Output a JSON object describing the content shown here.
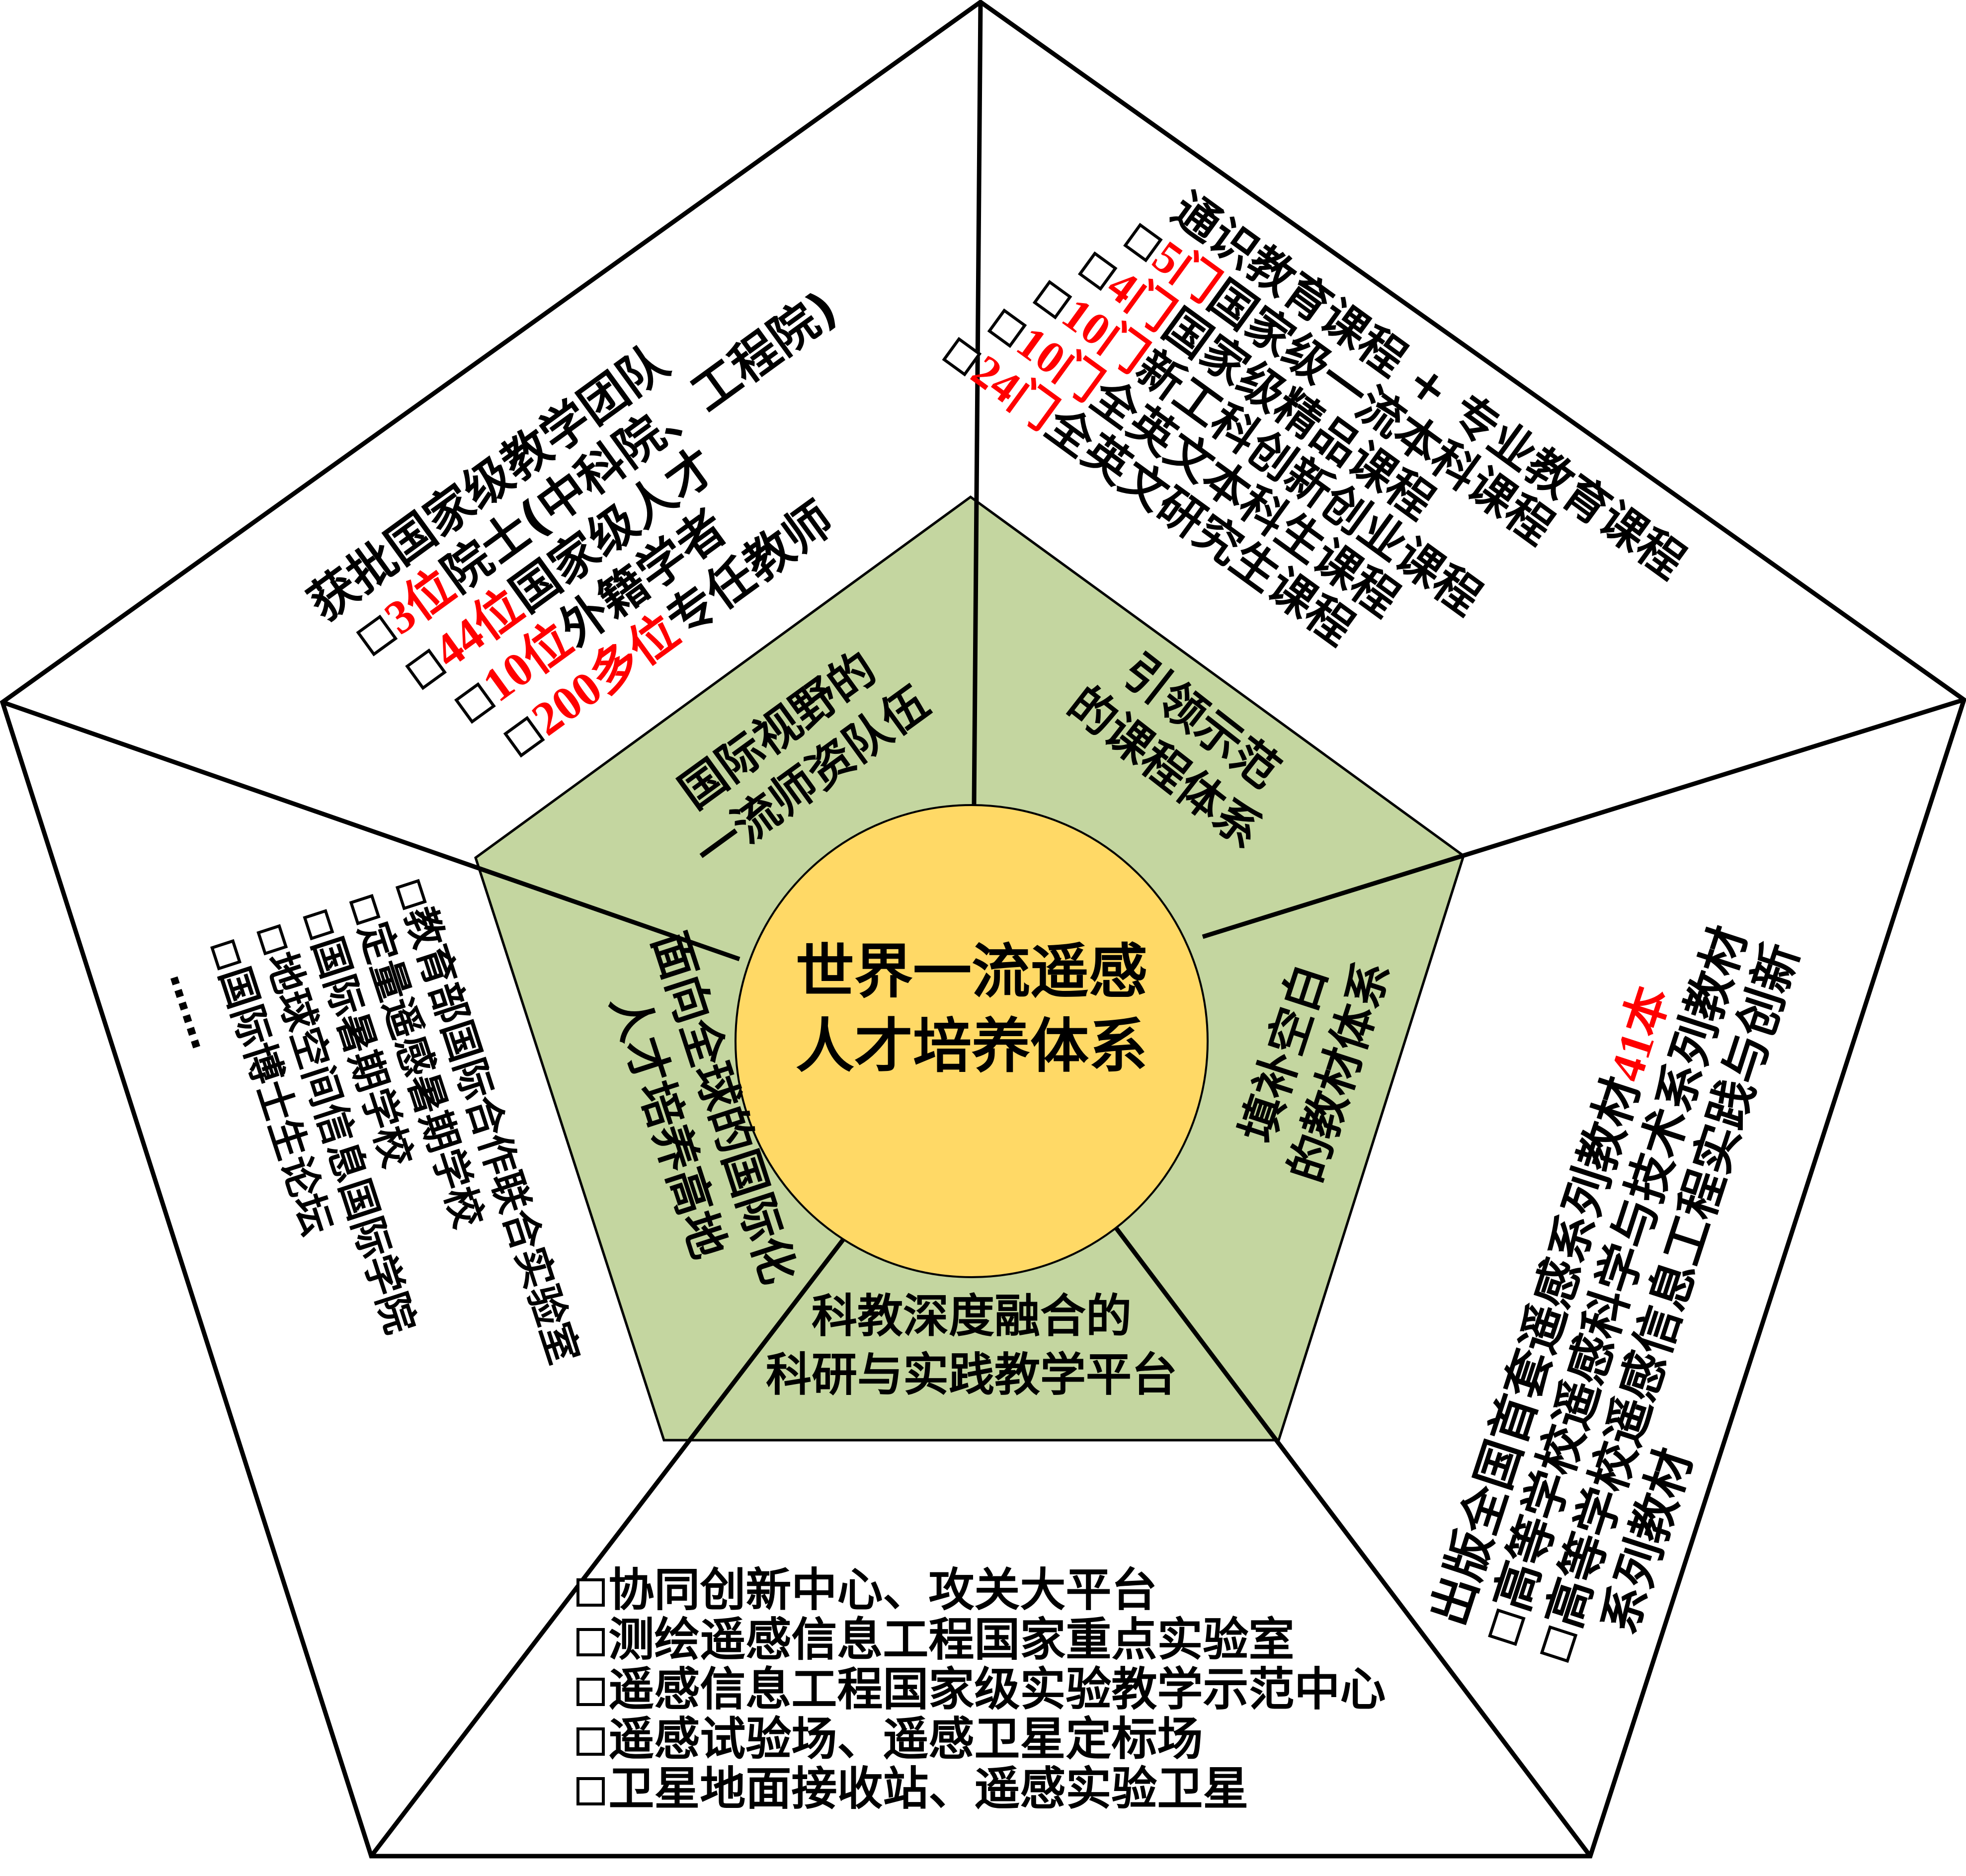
{
  "center": {
    "title_line1": "世界一流遥感",
    "title_line2": "人才培养体系"
  },
  "colors": {
    "inner_pentagon_fill": "#c4d6a0",
    "center_circle_fill": "#ffd966",
    "highlight_red": "#ff0000",
    "outline": "#000000"
  },
  "inner_segments": [
    {
      "id": "faculty",
      "line1": "国际视野的",
      "line2": "一流师资队伍"
    },
    {
      "id": "curriculum",
      "line1": "引领示范",
      "line2": "的课程体系"
    },
    {
      "id": "textbooks",
      "line1": "填补空白",
      "line2": "的教材体系"
    },
    {
      "id": "platform",
      "line1": "科教深度融合的",
      "line2": "科研与实践教学平台"
    },
    {
      "id": "international",
      "line1": "面向全球的国际化",
      "line2": "人才培养高地"
    }
  ],
  "outer_segments": {
    "faculty": {
      "heading": "获批国家级教学团队",
      "items": [
        {
          "highlight": "3位",
          "text": "院士(中科院、工程院)"
        },
        {
          "highlight": "44位",
          "text": "国家级人才"
        },
        {
          "highlight": "10位",
          "text": "外籍学者"
        },
        {
          "highlight": "200多位",
          "text": "专任教师"
        }
      ]
    },
    "curriculum": {
      "heading": "通识教育课程 + 专业教育课程",
      "items": [
        {
          "highlight": "5门",
          "text": "国家级一流本科课程"
        },
        {
          "highlight": "4门",
          "text": "国家级精品课程"
        },
        {
          "highlight": "10门",
          "text": "新工科创新创业课程"
        },
        {
          "highlight": "10门",
          "text": "全英文本科生课程"
        },
        {
          "highlight": "24门",
          "text": "全英文研究生课程"
        }
      ]
    },
    "textbooks": {
      "heading_prefix": "出版全国首套遥感系列教材",
      "heading_highlight": "41本",
      "items": [
        {
          "text": "高等学校遥感科学与技术系列教材"
        },
        {
          "text": "高等学校遥感信息工程实践与创新",
          "continuation": "系列教材"
        }
      ]
    },
    "platform": {
      "items": [
        {
          "text": "协同创新中心、攻关大平台"
        },
        {
          "text": "测绘遥感信息工程国家重点实验室"
        },
        {
          "text": "遥感信息工程国家级实验教学示范中心"
        },
        {
          "text": "遥感试验场、遥感卫星定标场"
        },
        {
          "text": "卫星地面接收站、遥感实验卫星"
        }
      ]
    },
    "international": {
      "items": [
        {
          "text": "教育部国际合作联合实验室"
        },
        {
          "text": "定量遥感暑期学校"
        },
        {
          "text": "国际暑期学校"
        },
        {
          "text": "地球空间信息国际学院"
        },
        {
          "text": "国际博士生论坛"
        }
      ],
      "ellipsis": "……"
    }
  }
}
